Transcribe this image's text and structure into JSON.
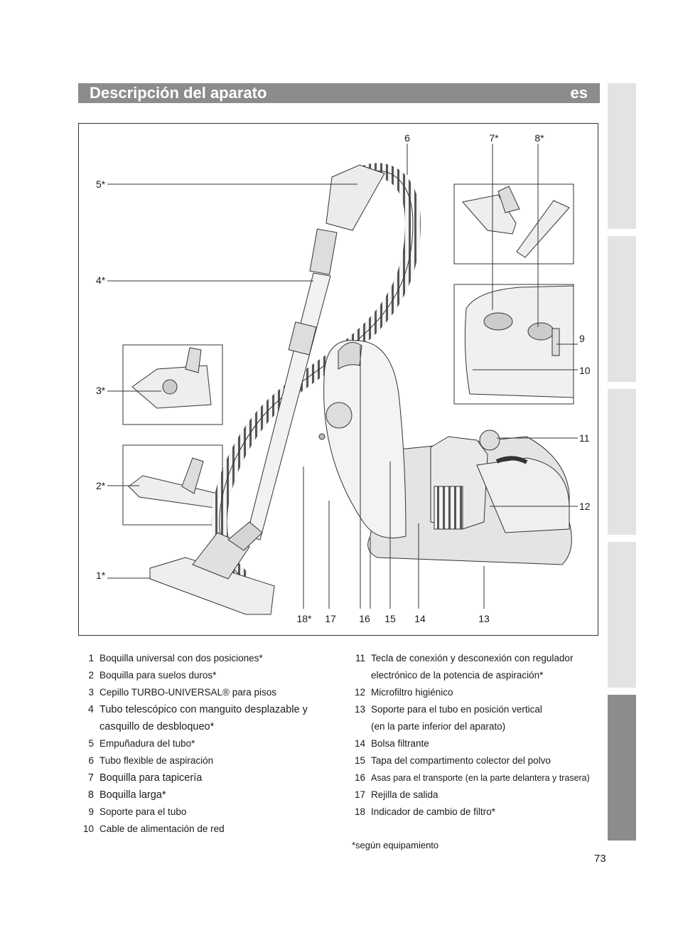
{
  "header": {
    "title": "Descripción del aparato",
    "language": "es"
  },
  "figure": {
    "callouts": [
      "1*",
      "2*",
      "3*",
      "4*",
      "5*",
      "6",
      "7*",
      "8*",
      "9",
      "10",
      "11",
      "12",
      "13",
      "14",
      "15",
      "16",
      "17",
      "18*"
    ]
  },
  "legend_left": [
    {
      "num": "1",
      "text": "Boquilla universal con dos posiciones*"
    },
    {
      "num": "2",
      "text": "Boquilla para suelos duros*"
    },
    {
      "num": "3",
      "text": "Cepillo TURBO-UNIVERSAL® para pisos"
    },
    {
      "num": "4",
      "text": "Tubo telescópico con manguito desplazable y"
    },
    {
      "num": "",
      "text": "casquillo de desbloqueo*"
    },
    {
      "num": "5",
      "text": "Empuñadura del tubo*"
    },
    {
      "num": "6",
      "text": "Tubo flexible de aspiración"
    },
    {
      "num": "7",
      "text": "Boquilla para tapicería"
    },
    {
      "num": "8",
      "text": "Boquilla larga*"
    },
    {
      "num": "9",
      "text": "Soporte para el tubo"
    },
    {
      "num": "10",
      "text": "Cable de alimentación de red"
    }
  ],
  "legend_right": [
    {
      "num": "11",
      "text": "Tecla de conexión y desconexión con regulador"
    },
    {
      "num": "",
      "text": "electrónico de la potencia de aspiración*"
    },
    {
      "num": "12",
      "text": "Microfiltro higiénico"
    },
    {
      "num": "13",
      "text": "Soporte para el tubo en posición vertical"
    },
    {
      "num": "",
      "text": "(en la parte inferior del aparato)"
    },
    {
      "num": "14",
      "text": "Bolsa filtrante"
    },
    {
      "num": "15",
      "text": "Tapa del compartimento colector del polvo"
    },
    {
      "num": "16",
      "text": "Asas para el transporte (en la parte delantera y trasera)"
    },
    {
      "num": "17",
      "text": "Rejilla de salida"
    },
    {
      "num": "18",
      "text": "Indicador de cambio de filtro*"
    }
  ],
  "footnote": "*según equipamiento",
  "page_number": "73",
  "colors": {
    "header_bar": "#8c8c8c",
    "tab_light": "#e3e3e3",
    "tab_active": "#8c8c8c"
  }
}
